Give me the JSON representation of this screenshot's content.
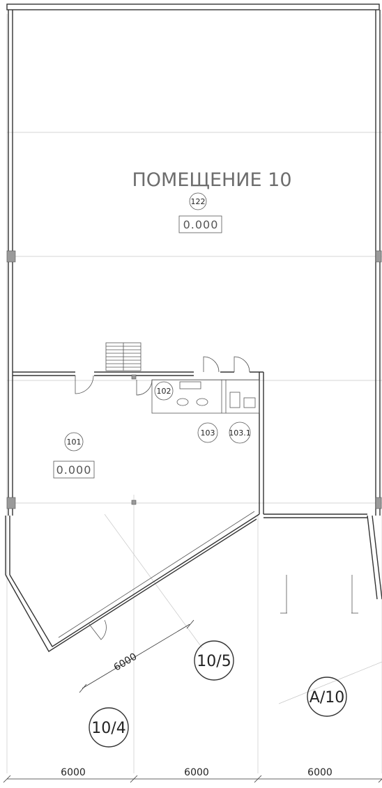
{
  "rooms": {
    "main": {
      "title": "ПОМЕЩЕНИЕ 10",
      "number": "122",
      "elevation": "0.000"
    },
    "r101": {
      "number": "101",
      "elevation": "0.000"
    },
    "r102": {
      "number": "102"
    },
    "r103": {
      "number": "103"
    },
    "r1031": {
      "number": "103.1"
    }
  },
  "axes": {
    "a105": "10/5",
    "a104": "10/4",
    "a10a": "А/10"
  },
  "dimensions": {
    "diagonal": "6000",
    "bottom": [
      "6000",
      "6000",
      "6000"
    ]
  }
}
